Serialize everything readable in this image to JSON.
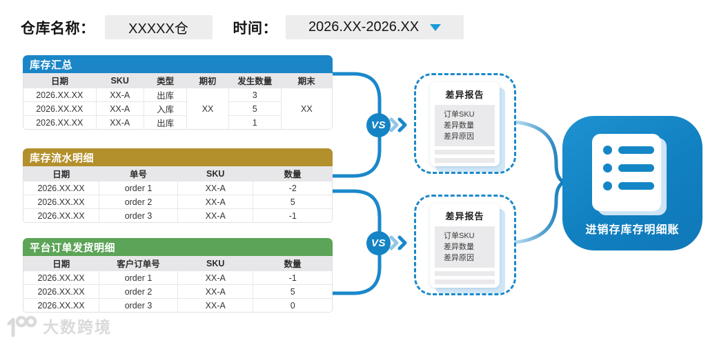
{
  "header": {
    "warehouse_label": "仓库名称：",
    "warehouse_value": "XXXXX仓",
    "time_label": "时间：",
    "time_value": "2026.XX-2026.XX",
    "dropdown_icon": "caret-down-icon"
  },
  "summary_table": {
    "title": "库存汇总",
    "accent_color": "#1b86c7",
    "columns": [
      "日期",
      "SKU",
      "类型",
      "期初",
      "发生数量",
      "期末"
    ],
    "rows": [
      {
        "date": "2026.XX.XX",
        "sku": "XX-A",
        "type": "出库",
        "qty": "3"
      },
      {
        "date": "2026.XX.XX",
        "sku": "XX-A",
        "type": "入库",
        "qty": "5"
      },
      {
        "date": "2026.XX.XX",
        "sku": "XX-A",
        "type": "出库",
        "qty": "1"
      }
    ],
    "opening_balance": "XX",
    "closing_balance": "XX"
  },
  "flow_table": {
    "title": "库存流水明细",
    "accent_color": "#b3902c",
    "columns": [
      "日期",
      "单号",
      "SKU",
      "数量"
    ],
    "rows": [
      {
        "date": "2026.XX.XX",
        "order": "order 1",
        "sku": "XX-A",
        "qty": "-2"
      },
      {
        "date": "2026.XX.XX",
        "order": "order 2",
        "sku": "XX-A",
        "qty": "5"
      },
      {
        "date": "2026.XX.XX",
        "order": "order 3",
        "sku": "XX-A",
        "qty": "-1"
      }
    ]
  },
  "platform_table": {
    "title": "平台订单发货明细",
    "accent_color": "#5ca457",
    "columns": [
      "日期",
      "客户订单号",
      "SKU",
      "数量"
    ],
    "rows": [
      {
        "date": "2026.XX.XX",
        "order": "order 1",
        "sku": "XX-A",
        "qty": "-1"
      },
      {
        "date": "2026.XX.XX",
        "order": "order 2",
        "sku": "XX-A",
        "qty": "5"
      },
      {
        "date": "2026.XX.XX",
        "order": "order 3",
        "sku": "XX-A",
        "qty": "0"
      }
    ]
  },
  "comparison": {
    "vs_label": "VS",
    "connector_color": "#1a88ca",
    "reports": [
      {
        "title": "差异报告",
        "fields": [
          "订单SKU",
          "差异数量",
          "差异原因"
        ]
      },
      {
        "title": "差异报告",
        "fields": [
          "订单SKU",
          "差异数量",
          "差异原因"
        ]
      }
    ]
  },
  "output": {
    "label": "进销存库存明细账",
    "box_color": "#1585c5"
  },
  "watermark": {
    "text": "大数跨境"
  },
  "colors": {
    "primary_blue": "#1a88ca",
    "vs_circle": "#1584c4",
    "gold": "#b3902c",
    "green": "#5ca457",
    "field_gray": "#ededed",
    "table_header_gray": "#e7e7e9",
    "card_shadow_blue": "#cfe6f7",
    "caret_blue": "#1b9ad8",
    "watermark_gray": "#dadada"
  }
}
